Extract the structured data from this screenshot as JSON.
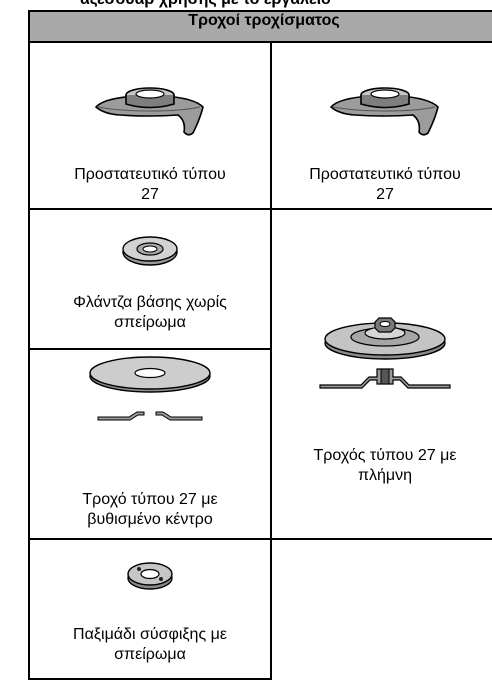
{
  "page": {
    "cut_top_text": "αξεσουάρ χρήσης με το εργαλείο"
  },
  "table": {
    "title": "Τροχοί τροχίσματος",
    "cells": {
      "guard_left": {
        "label_line1": "Προστατευτικό τύπου",
        "label_line2": "27",
        "icon": "guard-icon"
      },
      "guard_right": {
        "label_line1": "Προστατευτικό τύπου",
        "label_line2": "27",
        "icon": "guard-icon"
      },
      "backing_flange": {
        "label_line1": "Φλάντζα βάσης χωρίς",
        "label_line2": "σπείρωμα",
        "icon": "flange-icon"
      },
      "wheel_depressed": {
        "label_line1": "Τροχό τύπου 27 με",
        "label_line2": "βυθισμένο κέντρο",
        "icon": "depressed-center-wheel-icon"
      },
      "wheel_hub": {
        "label_line1": "Τροχός τύπου 27 με",
        "label_line2": "πλήμνη",
        "icon": "hubbed-wheel-icon"
      },
      "clamp_nut": {
        "label_line1": "Παξιμάδι σύσφιξης με",
        "label_line2": "σπείρωμα",
        "icon": "clamp-nut-icon"
      }
    }
  },
  "colors": {
    "header_bg": "#a9a9a9",
    "border": "#000000",
    "part_gray": "#b0b0b0"
  }
}
